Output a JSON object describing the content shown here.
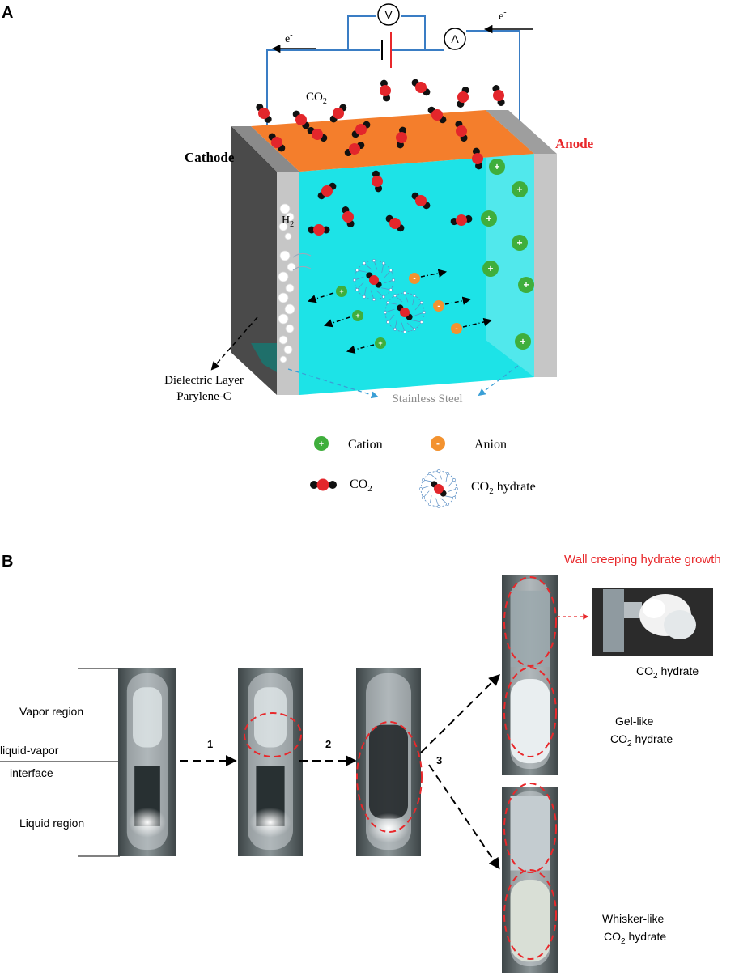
{
  "panel_a": {
    "label": "A",
    "electron_left": "e",
    "electron_right": "e",
    "electron_sup": "-",
    "voltmeter": "V",
    "ammeter": "A",
    "co2_main": "CO",
    "co2_sub": "2",
    "h2_main": "H",
    "h2_sub": "2",
    "cathode": "Cathode",
    "anode": "Anode",
    "dielectric_line1": "Dielectric Layer",
    "dielectric_line2": "Parylene-C",
    "stainless": "Stainless Steel",
    "plus_sign": "+",
    "minus_sign": "-",
    "legend": {
      "cation": "Cation",
      "anion": "Anion",
      "co2_main": "CO",
      "co2_sub": "2",
      "hydrate_main": "CO",
      "hydrate_sub": "2",
      "hydrate_rest": " hydrate"
    },
    "colors": {
      "electrolyte": "#1de3e7",
      "top": "#f47e2c",
      "cathode_plate": "#4a4a4a",
      "anode_plate": "#c6c6c6",
      "wire": "#3a7dc4",
      "anode_text": "#e8282b",
      "cation": "#3fae3c",
      "anion": "#f3922f",
      "co2_o": "#111111",
      "co2_c": "#e3262b"
    }
  },
  "panel_b": {
    "label": "B",
    "wall_title": "Wall creeping hydrate growth",
    "vapor_region": "Vapor region",
    "interface_line1": "liquid-vapor",
    "interface_line2": "interface",
    "liquid_region": "Liquid region",
    "step1": "1",
    "step2": "2",
    "step3": "3",
    "photo_caption_main": "CO",
    "photo_caption_sub": "2",
    "photo_caption_rest": " hydrate",
    "gel_line1": "Gel-like",
    "gel_line2_main": "CO",
    "gel_line2_sub": "2",
    "gel_line2_rest": " hydrate",
    "whisker_line1": "Whisker-like",
    "whisker_line2_main": "CO",
    "whisker_line2_sub": "2",
    "whisker_line2_rest": " hydrate",
    "colors": {
      "highlight": "#e8282b"
    }
  }
}
